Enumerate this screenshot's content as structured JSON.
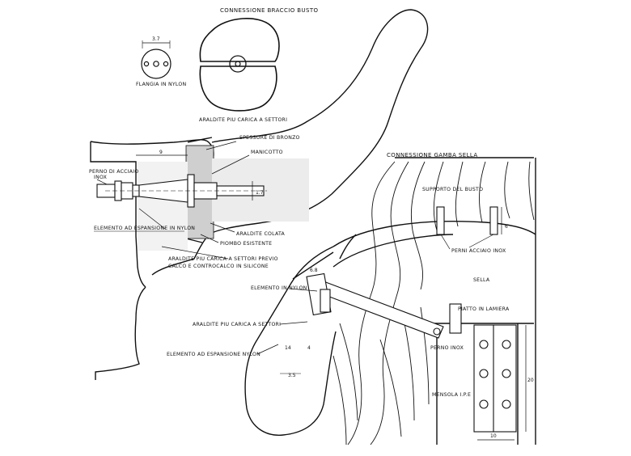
{
  "labels": {
    "connessione_braccio_busto": "CONNESSIONE BRACCIO BUSTO",
    "flangia_in_nylon": "FLANGIA IN NYLON",
    "flangia_dim": "3.7",
    "araldite_settori_top": "ARALDITE PIU CARICA A SETTORI",
    "spessore_di_bronzo": "SPESSORE DI BRONZO",
    "manicotto": "MANICOTTO",
    "perno_di_acciaio": "PERNO DI ACCIAIO",
    "inox": "INOX",
    "dim_9": "9",
    "dim_1_7": "1.7",
    "elemento_ad_espansione_nylon_left": "ELEMENTO AD ESPANSIONE IN NYLON",
    "araldite_colata": "ARALDITE COLATA",
    "piombo_esistente": "PIOMBO ESISTENTE",
    "araldite_previo_1": "ARALDITE PIU CARICA A SETTORI PREVIO",
    "araldite_previo_2": "CALCO E CONTROCALCO IN SILICONE",
    "connessione_gamba_sella": "CONNESSIONE GAMBA SELLA",
    "supporto_del_busto": "SUPPORTO DEL BUSTO",
    "dim_6": "6",
    "perni_acciaio_inox": "PERNI ACCIAIO INOX",
    "elemento_in_nylon": "ELEMENTO IN NYLON",
    "dim_6_8": "6.8",
    "sella": "SELLA",
    "piatto_in_lamiera": "PIATTO IN LAMIERA",
    "araldite_settori_mid": "ARALDITE PIU CARICA A SETTORI",
    "dim_14": "14",
    "dim_4": "4",
    "dim_3_5": "3.5",
    "perno_inox": "PERNO INOX",
    "elemento_ad_espansione_nylon_bottom": "ELEMENTO AD ESPANSIONE NYLON",
    "dim_20": "20",
    "mensola_ipe": "MENSOLA I.P.E",
    "dim_10": "10"
  }
}
